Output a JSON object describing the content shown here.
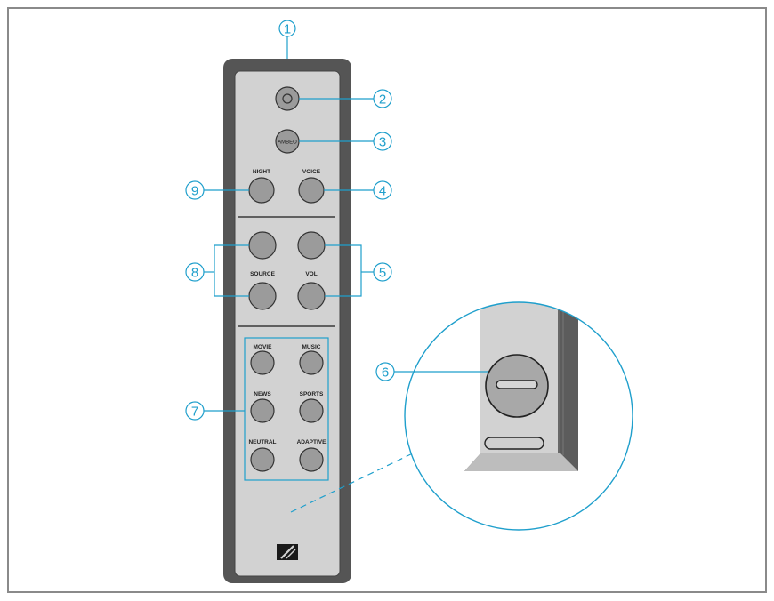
{
  "colors": {
    "frame": "#8a8a8a",
    "body_dark": "#5a5a5a",
    "face": "#cfcfcf",
    "button": "#9b9b9b",
    "callout": "#1f9fcc"
  },
  "buttons": {
    "ambeo": "AMBEO",
    "night": "NIGHT",
    "voice": "VOICE",
    "source": "SOURCE",
    "vol": "VOL",
    "movie": "MOVIE",
    "music": "MUSIC",
    "news": "NEWS",
    "sports": "SPORTS",
    "neutral": "NEUTRAL",
    "adaptive": "ADAPTIVE"
  },
  "icons": {
    "power": "power-icon",
    "logo": "sennheiser-logo-icon"
  },
  "callouts": {
    "c1": "1",
    "c2": "2",
    "c3": "3",
    "c4": "4",
    "c5": "5",
    "c6": "6",
    "c7": "7",
    "c8": "8",
    "c9": "9"
  }
}
